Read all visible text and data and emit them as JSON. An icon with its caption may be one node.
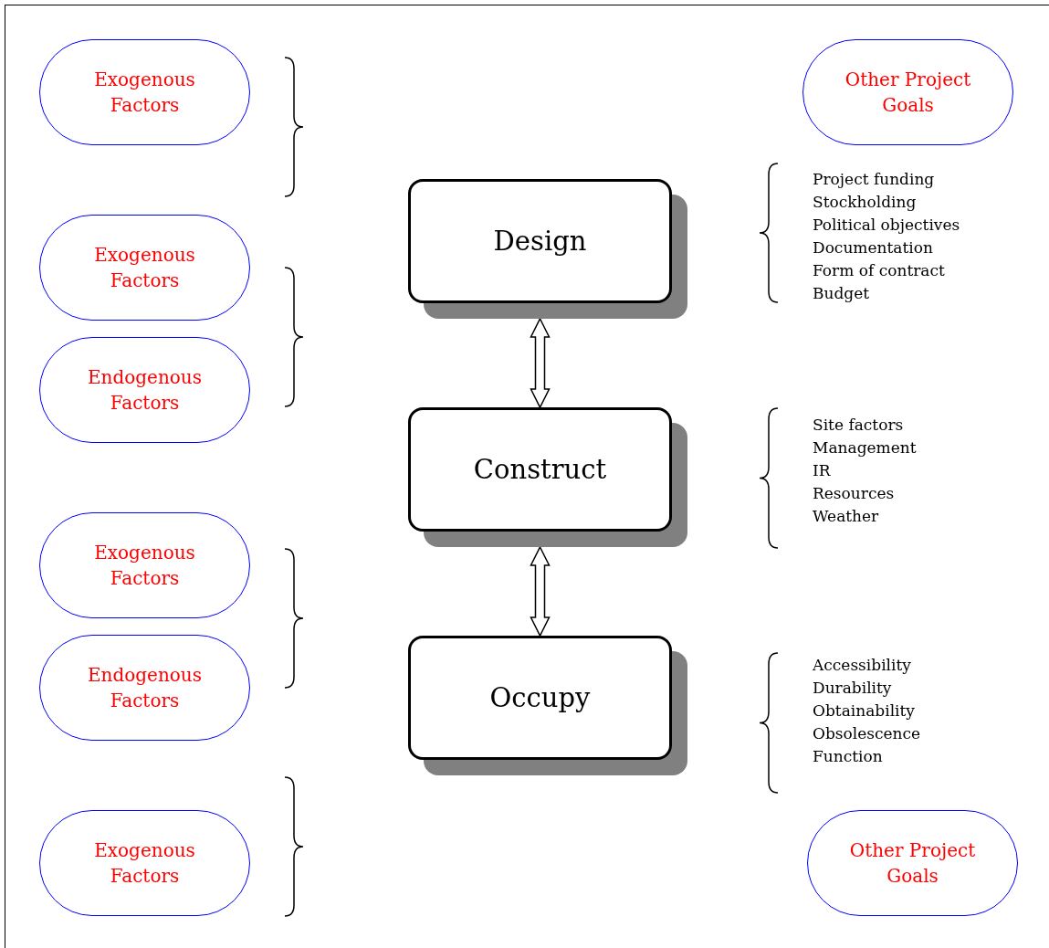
{
  "diagram": {
    "nodes": [
      {
        "text": [
          "Exogenous Factors"
        ]
      },
      {
        "text": [
          "Other Project Goals"
        ]
      },
      {
        "text": [
          "Design"
        ]
      },
      {
        "text": [
          "Exogenous Factors"
        ]
      },
      {
        "text": [
          "Endogenous Factors"
        ]
      },
      {
        "text": [
          "Construct"
        ]
      },
      {
        "text": [
          "Exogenous Factors"
        ]
      },
      {
        "text": [
          "Endogenous Factors"
        ]
      },
      {
        "text": [
          "Occupy"
        ]
      },
      {
        "text": [
          "Exogenous Factors"
        ]
      },
      {
        "text": [
          "Other Project Goals"
        ]
      }
    ],
    "edges": [
      {
        "from": 2,
        "to": 5,
        "arrow": "both"
      },
      {
        "from": 5,
        "to": 8,
        "arrow": "both"
      }
    ],
    "labels": [
      "Project funding",
      "Stockholding",
      "Political objectives",
      "Documentation",
      "Form of contract",
      "Budget",
      "Site factors",
      "Management",
      "IR",
      "Resources",
      "Weather",
      "Accessibility",
      "Durability",
      "Obtainability",
      "Obsolescence",
      "Function"
    ]
  }
}
